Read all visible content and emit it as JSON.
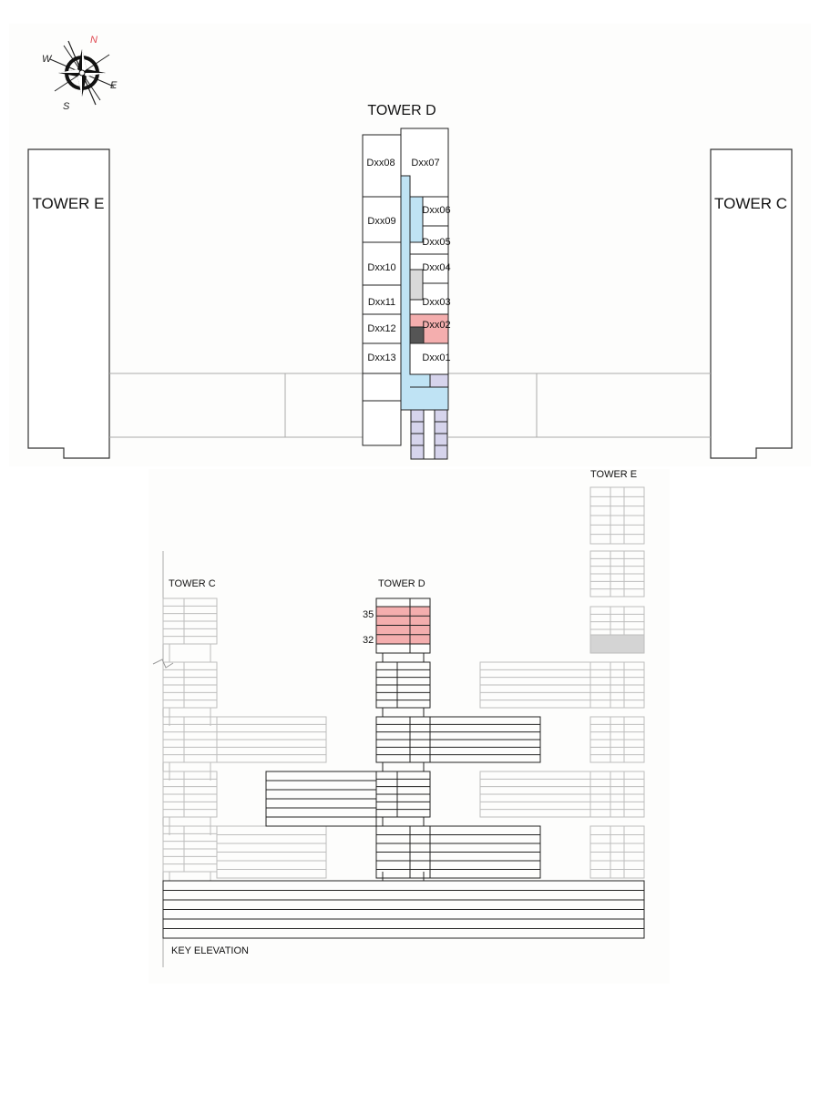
{
  "compass": {
    "north": "N",
    "east": "E",
    "south": "S",
    "west": "W",
    "north_color": "#e0464f"
  },
  "plan": {
    "title": "TOWER D",
    "left_tower": "TOWER E",
    "right_tower": "TOWER C",
    "units_left": [
      "Dxx08",
      "Dxx09",
      "Dxx10",
      "Dxx11",
      "Dxx12",
      "Dxx13"
    ],
    "units_right": [
      "Dxx07",
      "Dxx06",
      "Dxx05",
      "Dxx04",
      "Dxx03",
      "Dxx02",
      "Dxx01"
    ],
    "highlighted_unit": "Dxx02",
    "colors": {
      "corridor": "#bfe3f4",
      "highlight": "#f4aeae",
      "storage": "#d6d4ec",
      "service": "#d9d9d9",
      "dark": "#555555"
    }
  },
  "elevation": {
    "title": "KEY ELEVATION",
    "tower_c": "TOWER C",
    "tower_d": "TOWER D",
    "tower_e": "TOWER E",
    "floor_top": "35",
    "floor_bottom": "32",
    "highlight_color": "#f4aeae",
    "tower_e_marker_color": "#d4d4d4"
  }
}
